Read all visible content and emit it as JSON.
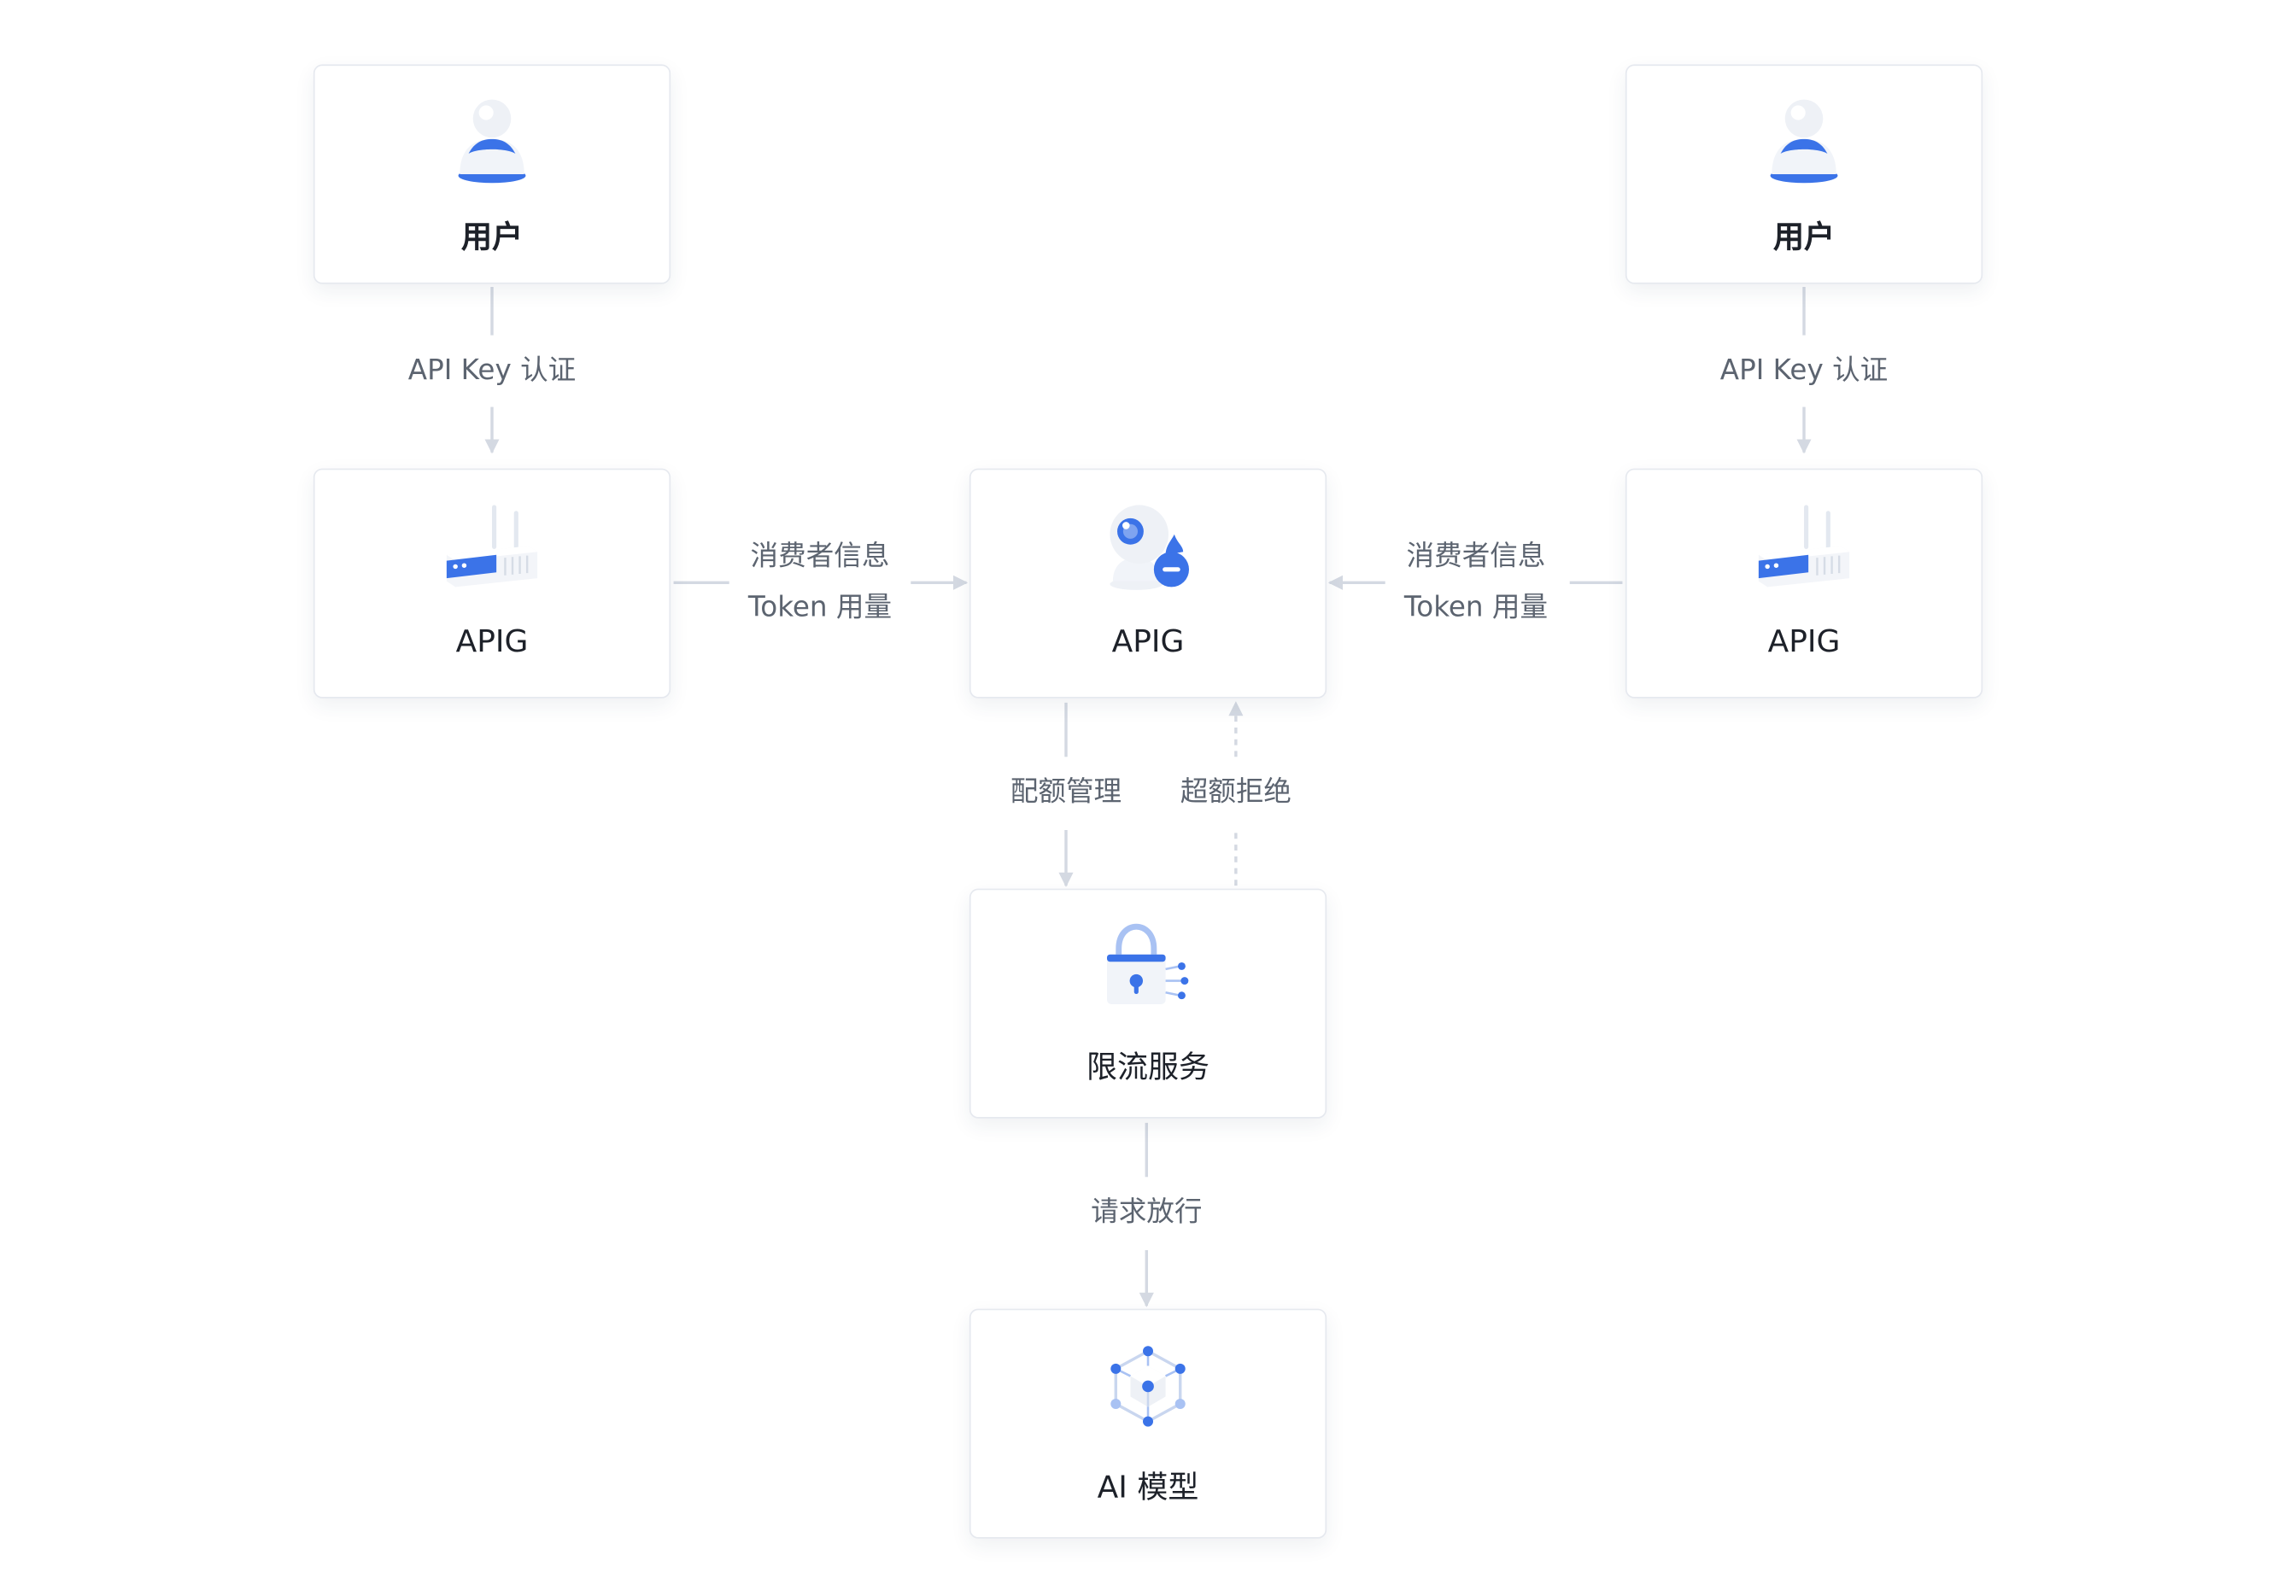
{
  "nodes": {
    "user_left": {
      "label": "用户",
      "icon": "user-icon"
    },
    "user_right": {
      "label": "用户",
      "icon": "user-icon"
    },
    "apig_left": {
      "label": "APIG",
      "icon": "router-icon"
    },
    "apig_center": {
      "label": "APIG",
      "icon": "camera-gateway-icon"
    },
    "apig_right": {
      "label": "APIG",
      "icon": "router-icon"
    },
    "rate_limit": {
      "label": "限流服务",
      "icon": "lock-icon"
    },
    "ai_model": {
      "label": "AI 模型",
      "icon": "network-cube-icon"
    }
  },
  "edges": {
    "user_left_to_apig": {
      "label": "API Key 认证"
    },
    "user_right_to_apig": {
      "label": "API Key 认证"
    },
    "apig_left_to_center": {
      "line1": "消费者信息",
      "line2": "Token 用量"
    },
    "apig_right_to_center": {
      "line1": "消费者信息",
      "line2": "Token 用量"
    },
    "quota_manage": {
      "label": "配额管理"
    },
    "quota_reject": {
      "label": "超额拒绝"
    },
    "request_pass": {
      "label": "请求放行"
    }
  },
  "colors": {
    "accent": "#3b73e8",
    "line": "#d4d9e2",
    "label": "#5c6470",
    "text": "#1d2129"
  }
}
